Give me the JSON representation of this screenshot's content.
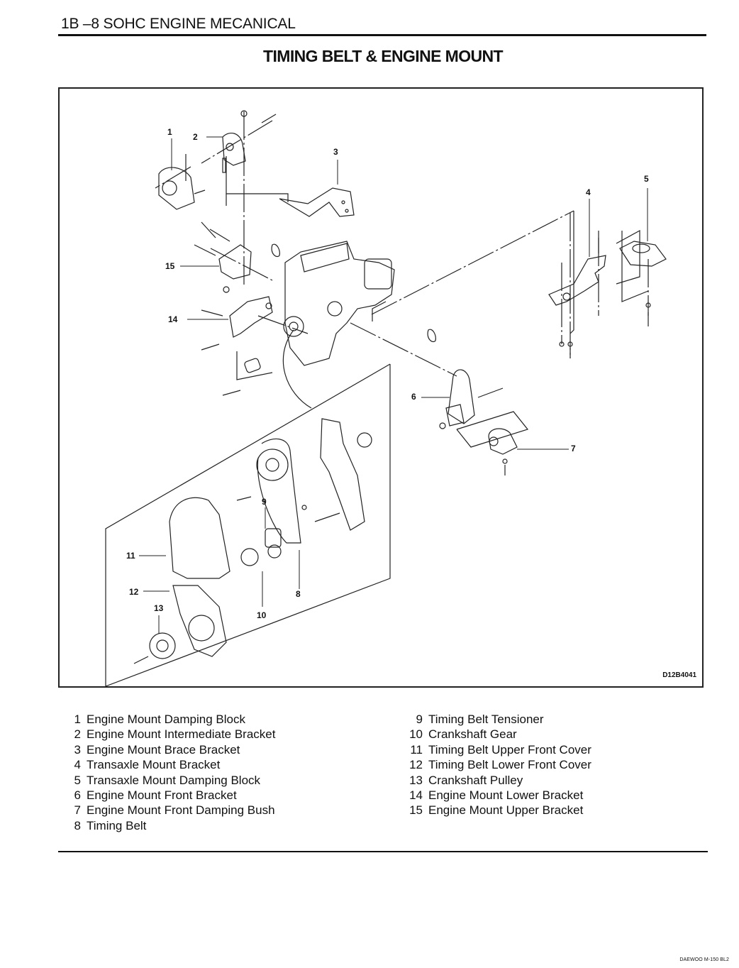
{
  "header": {
    "section": "1B –8  SOHC ENGINE MECANICAL"
  },
  "title": "TIMING BELT & ENGINE MOUNT",
  "figure": {
    "code": "D12B4041",
    "callouts": [
      "1",
      "2",
      "3",
      "4",
      "5",
      "6",
      "7",
      "8",
      "9",
      "10",
      "11",
      "12",
      "13",
      "14",
      "15"
    ]
  },
  "legend": {
    "left": [
      {
        "num": "1",
        "label": "Engine Mount Damping Block"
      },
      {
        "num": "2",
        "label": "Engine Mount Intermediate Bracket"
      },
      {
        "num": "3",
        "label": "Engine Mount Brace Bracket"
      },
      {
        "num": "4",
        "label": "Transaxle Mount Bracket"
      },
      {
        "num": "5",
        "label": "Transaxle Mount Damping Block"
      },
      {
        "num": "6",
        "label": "Engine Mount Front Bracket"
      },
      {
        "num": "7",
        "label": "Engine Mount Front Damping Bush"
      },
      {
        "num": "8",
        "label": "Timing Belt"
      }
    ],
    "right": [
      {
        "num": "9",
        "label": "Timing Belt Tensioner"
      },
      {
        "num": "10",
        "label": "Crankshaft Gear"
      },
      {
        "num": "11",
        "label": "Timing Belt Upper Front Cover"
      },
      {
        "num": "12",
        "label": "Timing Belt Lower Front Cover"
      },
      {
        "num": "13",
        "label": "Crankshaft Pulley"
      },
      {
        "num": "14",
        "label": "Engine Mount Lower Bracket"
      },
      {
        "num": "15",
        "label": "Engine Mount Upper Bracket"
      }
    ]
  },
  "footer": {
    "code": "DAEWOO M-150 BL2"
  }
}
